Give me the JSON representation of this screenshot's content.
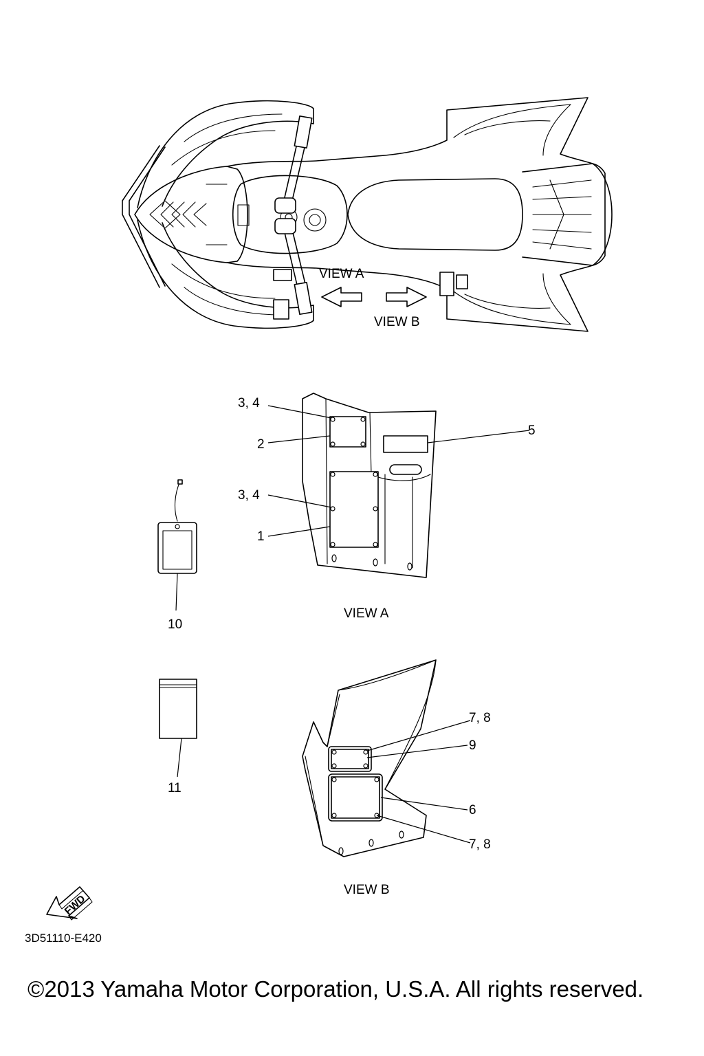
{
  "atv_top_view": {
    "view_a_label": "VIEW A",
    "view_b_label": "VIEW B"
  },
  "view_a": {
    "title": "VIEW A",
    "callouts": {
      "c34_top": "3, 4",
      "c2": "2",
      "c5": "5",
      "c34_mid": "3, 4",
      "c1": "1"
    }
  },
  "hang_tag": {
    "callout": "10"
  },
  "manual": {
    "callout": "11"
  },
  "view_b": {
    "title": "VIEW B",
    "callouts": {
      "c78_top": "7, 8",
      "c9": "9",
      "c6": "6",
      "c78_bottom": "7, 8"
    }
  },
  "fwd_arrow": {
    "label": "FWD"
  },
  "diagram_code": "3D51110-E420",
  "copyright": "©2013 Yamaha Motor Corporation, U.S.A. All rights reserved."
}
